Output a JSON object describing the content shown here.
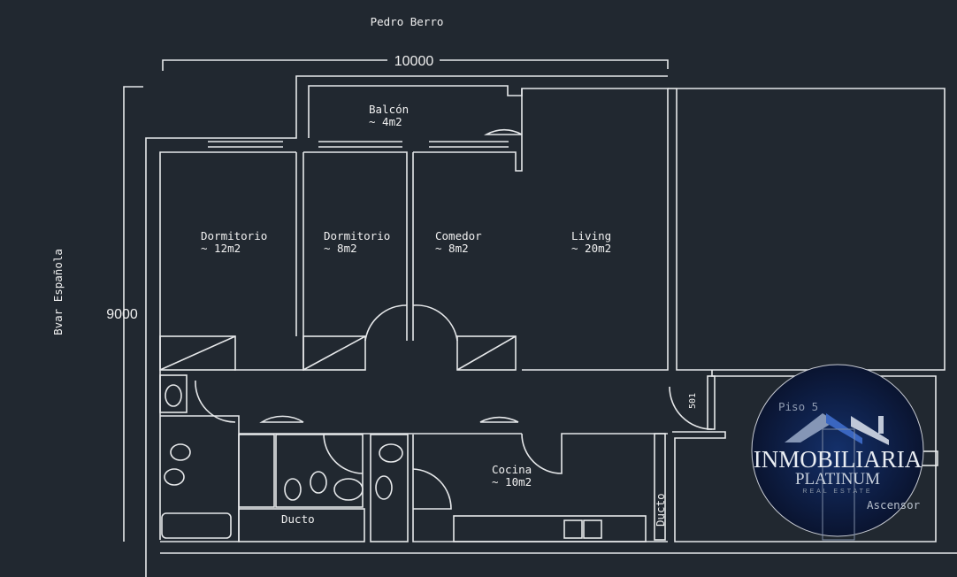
{
  "street_top": "Pedro Berro",
  "street_left": "Bvar Española",
  "dimensions": {
    "width": "10000",
    "height": "9000"
  },
  "rooms": [
    {
      "name": "Balcón",
      "area": "~ 4m2"
    },
    {
      "name": "Dormitorio",
      "area": "~ 12m2"
    },
    {
      "name": "Dormitorio",
      "area": "~ 8m2"
    },
    {
      "name": "Comedor",
      "area": "~ 8m2"
    },
    {
      "name": "Living",
      "area": "~ 20m2"
    },
    {
      "name": "Cocina",
      "area": "~ 10m2"
    }
  ],
  "ducts": [
    "Ducto",
    "Ducto"
  ],
  "unit_number": "501",
  "floor_label": "Piso 5",
  "elevator_label": "Ascensor",
  "logo": {
    "line1": "INMOBILIARIA",
    "line2": "PLATINUM",
    "line3": "REAL ESTATE"
  },
  "colors": {
    "background": "#212830",
    "lines": "#e6e8ea",
    "logo_circle": "#0c1a3c"
  }
}
